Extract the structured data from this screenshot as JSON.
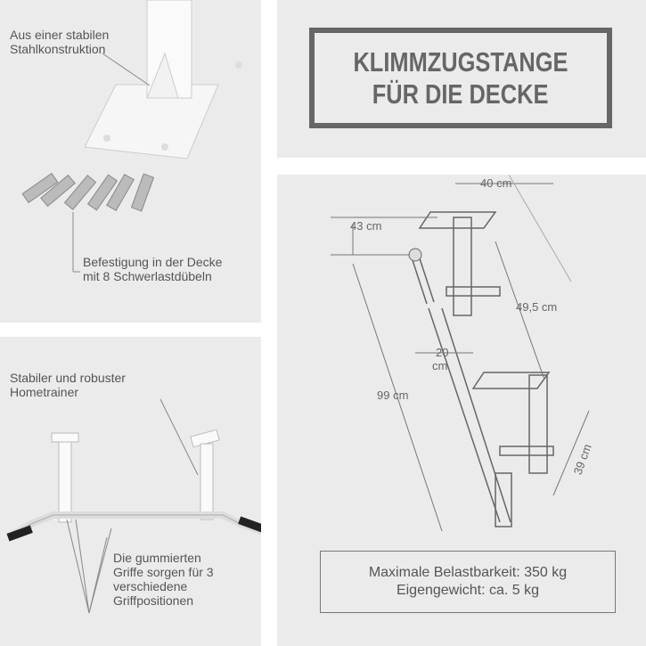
{
  "title": {
    "line1": "KLIMMZUGSTANGE",
    "line2": "FÜR DIE DECKE"
  },
  "top_left": {
    "caption1_line1": "Aus einer stabilen",
    "caption1_line2": "Stahlkonstruktion",
    "caption2_line1": "Befestigung in der Decke",
    "caption2_line2": "mit 8 Schwerlastdübeln"
  },
  "bottom_left": {
    "caption1_line1": "Stabiler und robuster",
    "caption1_line2": "Hometrainer",
    "caption2_line1": "Die gummierten",
    "caption2_line2": "Griffe sorgen für 3",
    "caption2_line3": "verschiedene",
    "caption2_line4": "Griffpositionen"
  },
  "dimensions": {
    "width": "40 cm",
    "mount_height": "43 cm",
    "diagonal": "49,5 cm",
    "grip_a": "20",
    "grip_b": "cm",
    "total": "99 cm",
    "lower": "39 cm"
  },
  "specs": {
    "max_load": "Maximale Belastbarkeit: 350 kg",
    "weight": "Eigengewicht: ca. 5 kg"
  }
}
